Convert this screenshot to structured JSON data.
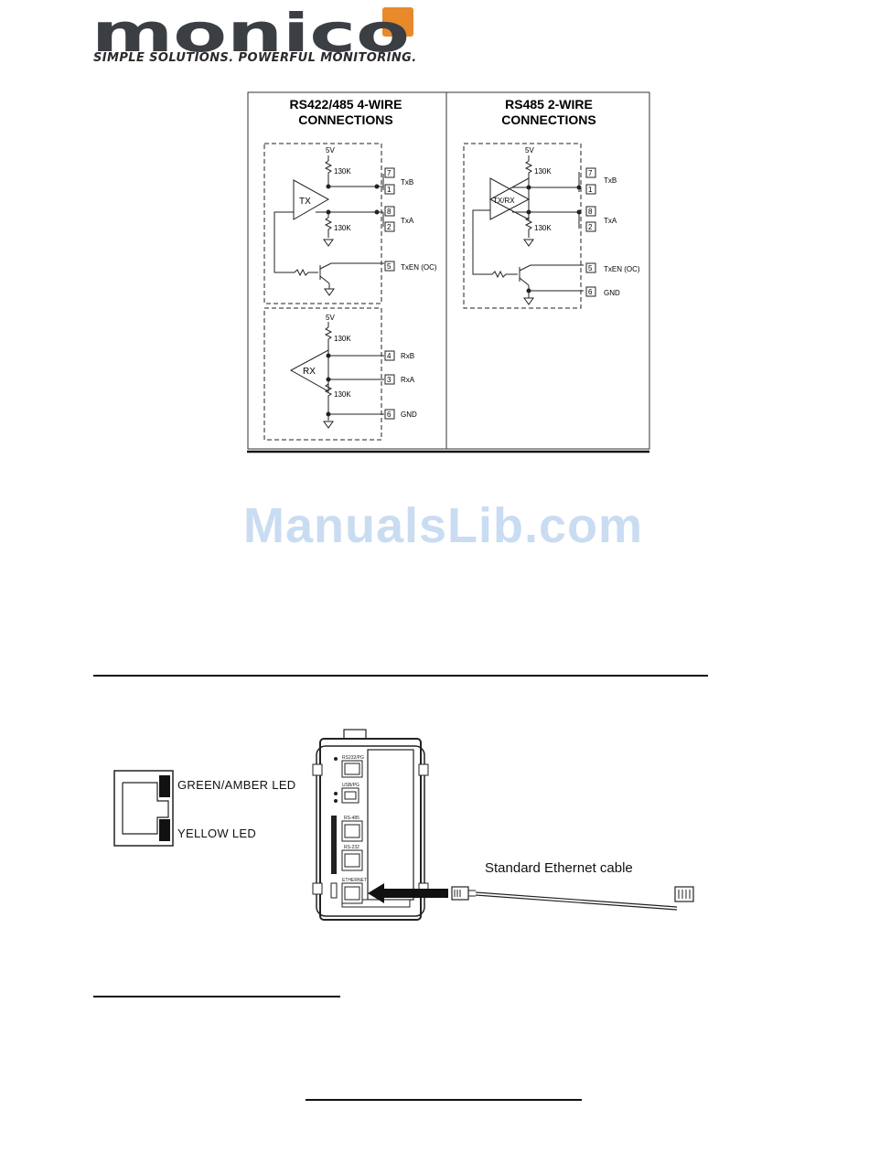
{
  "brand": {
    "logo_text": "monico",
    "tagline": "SIMPLE SOLUTIONS. POWERFUL MONITORING.",
    "logo_color": "#3b3f44",
    "accent_color": "#e8892b"
  },
  "schematic": {
    "four_wire": {
      "title_line1": "RS422/485 4-WIRE",
      "title_line2": "CONNECTIONS",
      "voltage": "5V",
      "resistor": "130K",
      "tx_label": "TX",
      "rx_label": "RX",
      "pins": [
        {
          "num": "7",
          "signal": "TxB"
        },
        {
          "num": "1",
          "signal": ""
        },
        {
          "num": "8",
          "signal": "TxA"
        },
        {
          "num": "2",
          "signal": ""
        },
        {
          "num": "5",
          "signal": "TxEN (OC)"
        },
        {
          "num": "4",
          "signal": "RxB"
        },
        {
          "num": "3",
          "signal": "RxA"
        },
        {
          "num": "6",
          "signal": "GND"
        }
      ]
    },
    "two_wire": {
      "title_line1": "RS485 2-WIRE",
      "title_line2": "CONNECTIONS",
      "voltage": "5V",
      "resistor": "130K",
      "txrx_label": "TX/RX",
      "pins": [
        {
          "num": "7",
          "signal": "TxB"
        },
        {
          "num": "1",
          "signal": ""
        },
        {
          "num": "8",
          "signal": "TxA"
        },
        {
          "num": "2",
          "signal": ""
        },
        {
          "num": "5",
          "signal": "TxEN (OC)"
        },
        {
          "num": "6",
          "signal": "GND"
        }
      ]
    }
  },
  "watermark": "ManualsLib.com",
  "led_diagram": {
    "green_label": "GREEN/AMBER LED",
    "yellow_label": "YELLOW LED"
  },
  "device": {
    "ports": [
      "RS232/PG",
      "USB/PG",
      "RS-485",
      "RS-232",
      "ETHERNET"
    ],
    "cable_label": "Standard Ethernet cable"
  }
}
